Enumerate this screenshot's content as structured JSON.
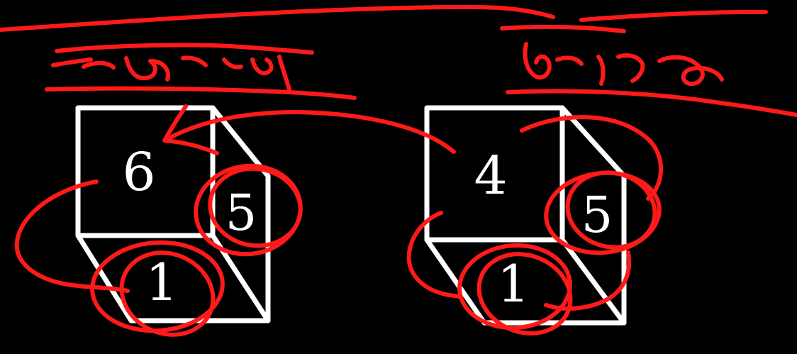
{
  "palette": {
    "background": "#000000",
    "cube_outline": "#ffffff",
    "annotation": "#ff1a1a"
  },
  "cubes": [
    {
      "id": "left",
      "faces": {
        "front": "6",
        "side": "5",
        "bottom": "1"
      }
    },
    {
      "id": "right",
      "faces": {
        "front": "4",
        "side": "5",
        "bottom": "1"
      }
    }
  ]
}
